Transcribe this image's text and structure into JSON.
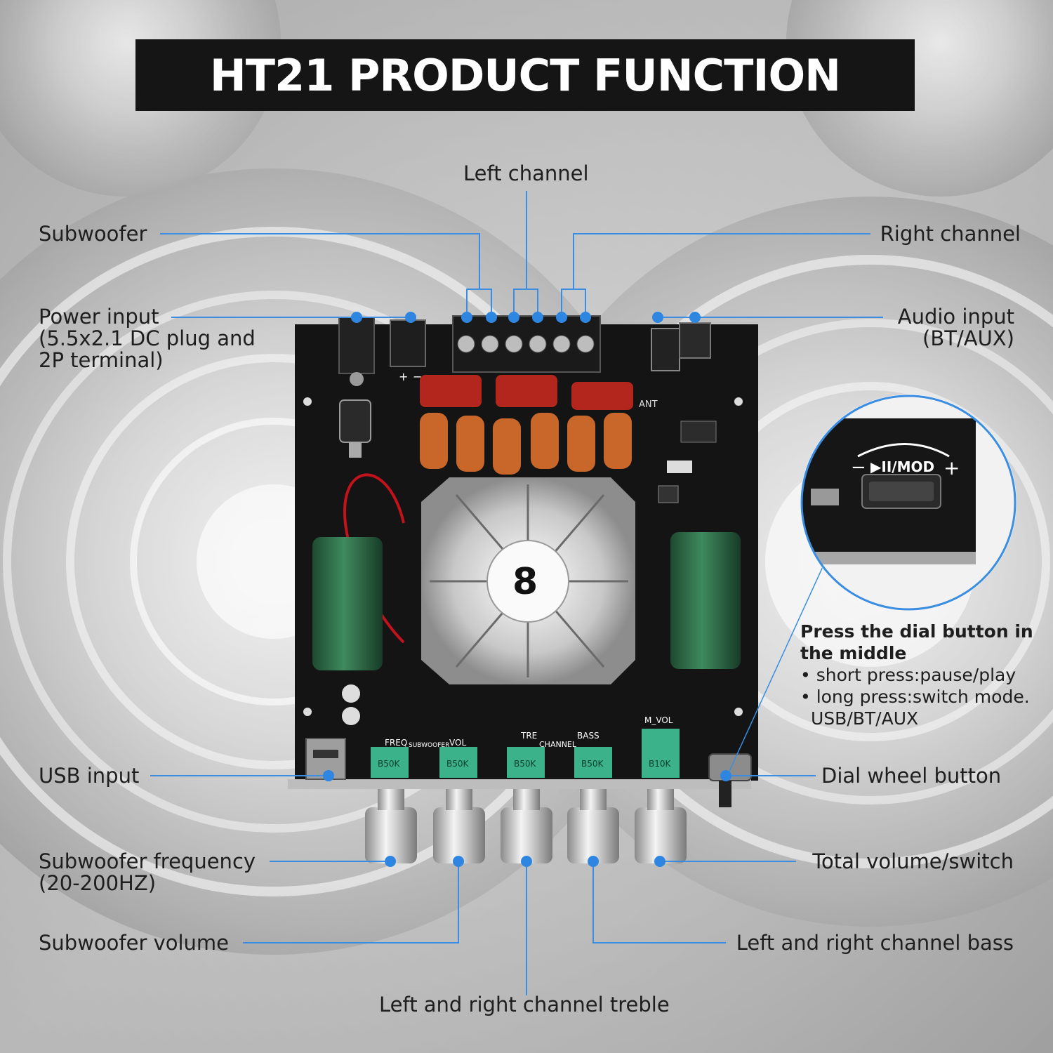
{
  "title": "HT21 PRODUCT FUNCTION",
  "callouts": {
    "left_channel": "Left channel",
    "subwoofer": "Subwoofer",
    "right_channel": "Right channel",
    "power_input_1": "Power input",
    "power_input_2": "(5.5x2.1 DC plug and",
    "power_input_3": "2P terminal)",
    "audio_input_1": "Audio input",
    "audio_input_2": "(BT/AUX)",
    "usb_input": "USB input",
    "dial_wheel_button": "Dial wheel button",
    "sub_freq_1": "Subwoofer frequency",
    "sub_freq_2": "(20-200HZ)",
    "total_volume": "Total volume/switch",
    "sub_volume": "Subwoofer volume",
    "lr_bass": "Left and right channel bass",
    "lr_treble": "Left and right channel treble"
  },
  "dial_note": {
    "heading_1": "Press the dial button in",
    "heading_2": "the middle",
    "item_1": "• short press:pause/play",
    "item_2": "• long press:switch mode.",
    "item_3": "USB/BT/AUX"
  },
  "zoom_inset": {
    "minus": "−",
    "mode": "▶II/MOD",
    "plus": "+"
  },
  "board_labels": {
    "freq": "FREQ",
    "subwoofer": "SUBWOOFER",
    "vol": "VOL",
    "tre": "TRE",
    "channel": "CHANNEL",
    "bass": "BASS",
    "m_vol": "M_VOL",
    "b50k": "B50K",
    "b10k": "B10K",
    "ant": "ANT",
    "plus": "+",
    "minus": "−"
  },
  "colors": {
    "line": "#3a8de0",
    "dot": "#2f86e0",
    "board": "#141414",
    "title_bg": "#151515"
  }
}
